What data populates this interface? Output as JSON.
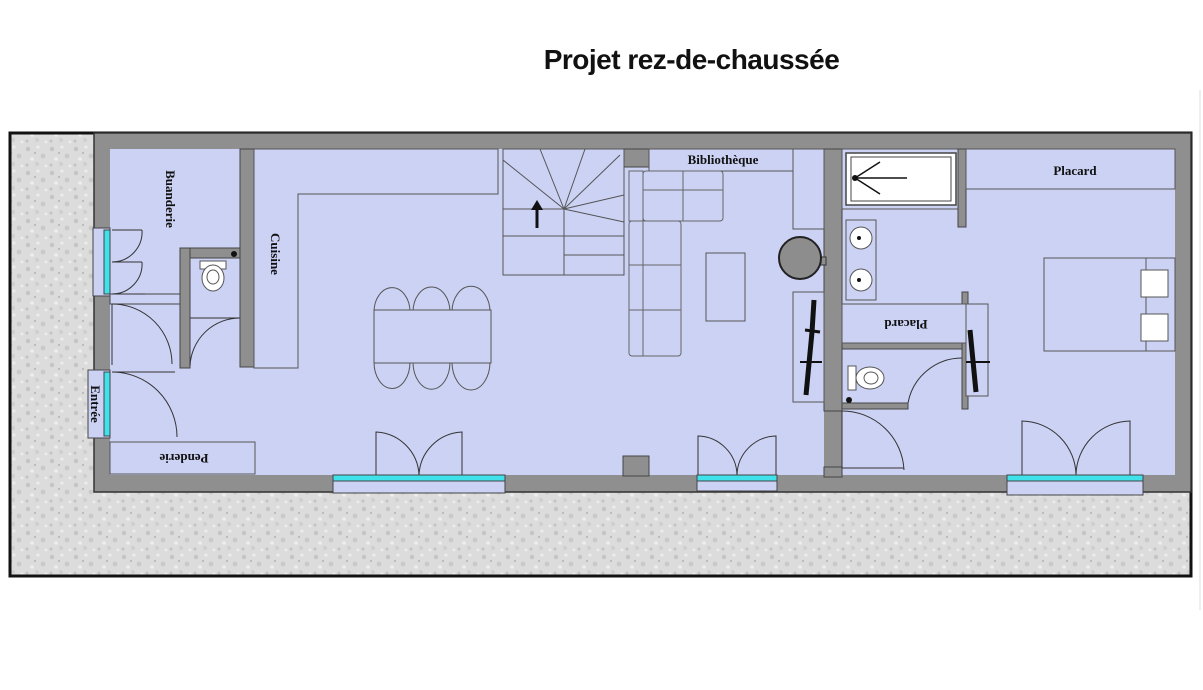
{
  "title": "Projet rez-de-chaussée",
  "rooms": {
    "buanderie": "Buanderie",
    "cuisine": "Cuisine",
    "bibliotheque": "Bibliothèque",
    "placard_1": "Placard",
    "placard_2": "Placard",
    "entree": "Entrée",
    "penderie": "Penderie"
  },
  "colors": {
    "floor": "#ccd2f4",
    "wall": "#8f8f8f",
    "glass": "#3fe1ea",
    "ground": "#d9d9d9"
  }
}
